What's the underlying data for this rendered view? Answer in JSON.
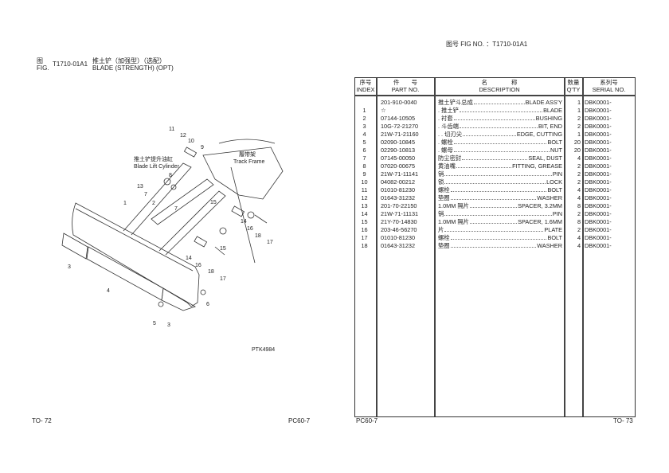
{
  "header": {
    "fig_no_label": "图号 FIG NO. ：T1710-01A1"
  },
  "figure": {
    "fig_label_cn": "图",
    "fig_label_en": "FIG.",
    "code": "T1710-01A1",
    "title_cn": "推土铲（加强型）（选配）",
    "title_en": "BLADE (STRENGTH) (OPT)",
    "drawing_id": "PTK4984",
    "annotation_cylinder_cn": "推土铲提升油缸",
    "annotation_cylinder_en": "Blade Lift Cylinder",
    "annotation_frame_cn": "履带架",
    "annotation_frame_en": "Track Frame",
    "callouts": [
      "11",
      "12",
      "10",
      "9",
      "8",
      "13",
      "7",
      "2",
      "7",
      "1",
      "15",
      "14",
      "16",
      "18",
      "17",
      "15",
      "14",
      "16",
      "18",
      "17",
      "3",
      "4",
      "6",
      "5",
      "3"
    ]
  },
  "table": {
    "headers": {
      "index_cn": "序号",
      "index_en": "INDEX",
      "part_cn": "件　　号",
      "part_en": "PART NO.",
      "desc_cn": "名　　　　称",
      "desc_en": "DESCRIPTION",
      "qty_cn": "数量",
      "qty_en": "Q'TY",
      "serial_cn": "系列号",
      "serial_en": "SERIAL NO."
    },
    "rows": [
      {
        "index": "",
        "part": "201-910-0040",
        "cn": "推土铲斗总成",
        "en": "BLADE ASS'Y",
        "qty": "1",
        "serial": "DBK0001-"
      },
      {
        "index": "1",
        "part": "☆",
        "cn": ". 推土铲",
        "en": "BLADE",
        "qty": "1",
        "serial": "DBK0001-"
      },
      {
        "index": "2",
        "part": "07144-10505",
        "cn": ". 衬套",
        "en": "BUSHING",
        "qty": "2",
        "serial": "DBK0001-"
      },
      {
        "index": "3",
        "part": "10G-72-21270",
        "cn": ". 斗齿端",
        "en": "BIT, END",
        "qty": "2",
        "serial": "DBK0001-"
      },
      {
        "index": "4",
        "part": "21W-71-21160",
        "cn": ". . 切刃尖",
        "en": "EDGE, CUTTING",
        "qty": "1",
        "serial": "DBK0001-"
      },
      {
        "index": "5",
        "part": "02090-10845",
        "cn": ". 螺栓",
        "en": "BOLT",
        "qty": "20",
        "serial": "DBK0001-"
      },
      {
        "index": "6",
        "part": "02290-10813",
        "cn": ". 螺母",
        "en": "NUT",
        "qty": "20",
        "serial": "DBK0001-"
      },
      {
        "index": "7",
        "part": "07145-00050",
        "cn": "防尘密封",
        "en": "SEAL, DUST",
        "qty": "4",
        "serial": "DBK0001-"
      },
      {
        "index": "8",
        "part": "07020-00675",
        "cn": "黄油嘴",
        "en": "FITTING, GREASE",
        "qty": "2",
        "serial": "DBK0001-"
      },
      {
        "index": "9",
        "part": "21W-71-11141",
        "cn": "销",
        "en": "PIN",
        "qty": "2",
        "serial": "DBK0001-"
      },
      {
        "index": "10",
        "part": "04082-00212",
        "cn": "锁",
        "en": "LOCK",
        "qty": "2",
        "serial": "DBK0001-"
      },
      {
        "index": "11",
        "part": "01010-81230",
        "cn": "螺栓",
        "en": "BOLT",
        "qty": "4",
        "serial": "DBK0001-"
      },
      {
        "index": "12",
        "part": "01643-31232",
        "cn": "垫圈",
        "en": "WASHER",
        "qty": "4",
        "serial": "DBK0001-"
      },
      {
        "index": "13",
        "part": "201-70-22150",
        "cn": "1.0MM 隔片",
        "en": "SPACER, 3.2MM",
        "qty": "8",
        "serial": "DBK0001-"
      },
      {
        "index": "14",
        "part": "21W-71-11131",
        "cn": "销",
        "en": "PIN",
        "qty": "2",
        "serial": "DBK0001-"
      },
      {
        "index": "15",
        "part": "21Y-70-14830",
        "cn": "1.0MM 隔片",
        "en": "SPACER, 1.6MM",
        "qty": "8",
        "serial": "DBK0001-"
      },
      {
        "index": "16",
        "part": "203-46-56270",
        "cn": "片",
        "en": "PLATE",
        "qty": "2",
        "serial": "DBK0001-"
      },
      {
        "index": "17",
        "part": "01010-81230",
        "cn": "螺栓",
        "en": "BOLT",
        "qty": "4",
        "serial": "DBK0001-"
      },
      {
        "index": "18",
        "part": "01643-31232",
        "cn": "垫圈",
        "en": "WASHER",
        "qty": "4",
        "serial": "DBK0001-"
      }
    ]
  },
  "footer": {
    "left_page": "TO- 72",
    "left_model": "PC60-7",
    "right_model": "PC60-7",
    "right_page": "TO- 73"
  }
}
